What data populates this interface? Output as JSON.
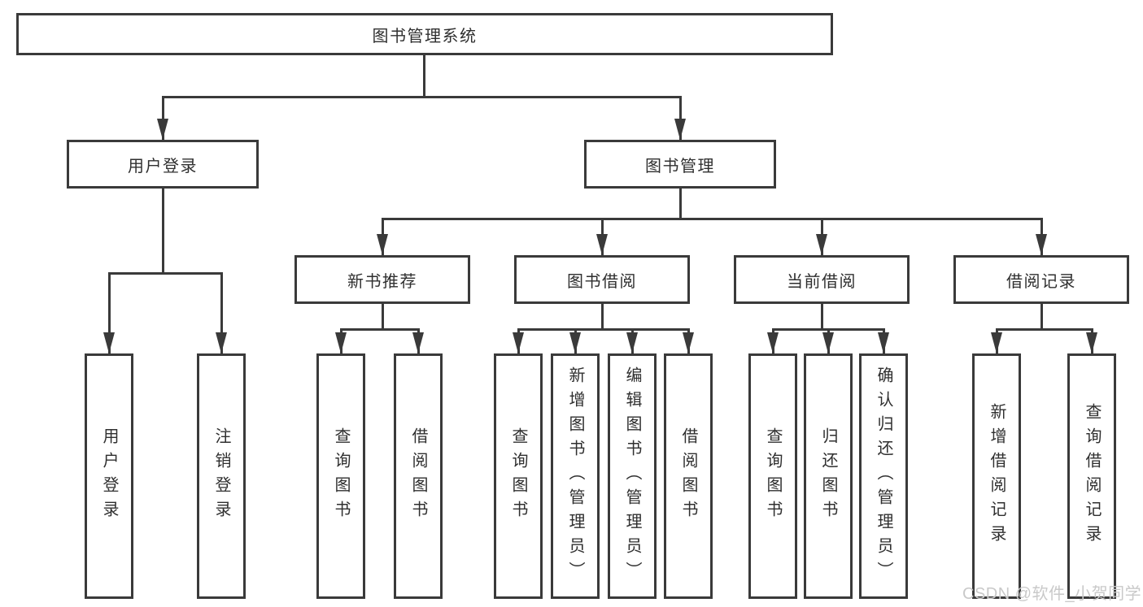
{
  "colors": {
    "line": "#3a3a3a",
    "text": "#2f2f2f",
    "watermark": "#c9c9c9",
    "background": "#ffffff"
  },
  "tree": {
    "root": {
      "label": "图书管理系统",
      "children": [
        {
          "label": "用户登录",
          "children": [
            {
              "label": "用户登录"
            },
            {
              "label": "注销登录"
            }
          ]
        },
        {
          "label": "图书管理",
          "children": [
            {
              "label": "新书推荐",
              "children": [
                {
                  "label": "查询图书"
                },
                {
                  "label": "借阅图书"
                }
              ]
            },
            {
              "label": "图书借阅",
              "children": [
                {
                  "label": "查询图书"
                },
                {
                  "label": "新增图书（管理员）"
                },
                {
                  "label": "编辑图书（管理员）"
                },
                {
                  "label": "借阅图书"
                }
              ]
            },
            {
              "label": "当前借阅",
              "children": [
                {
                  "label": "查询图书"
                },
                {
                  "label": "归还图书"
                },
                {
                  "label": "确认归还（管理员）"
                }
              ]
            },
            {
              "label": "借阅记录",
              "children": [
                {
                  "label": "新增借阅记录"
                },
                {
                  "label": "查询借阅记录"
                }
              ]
            }
          ]
        }
      ]
    }
  },
  "watermark": {
    "text": "CSDN @软件_小贺同学"
  }
}
